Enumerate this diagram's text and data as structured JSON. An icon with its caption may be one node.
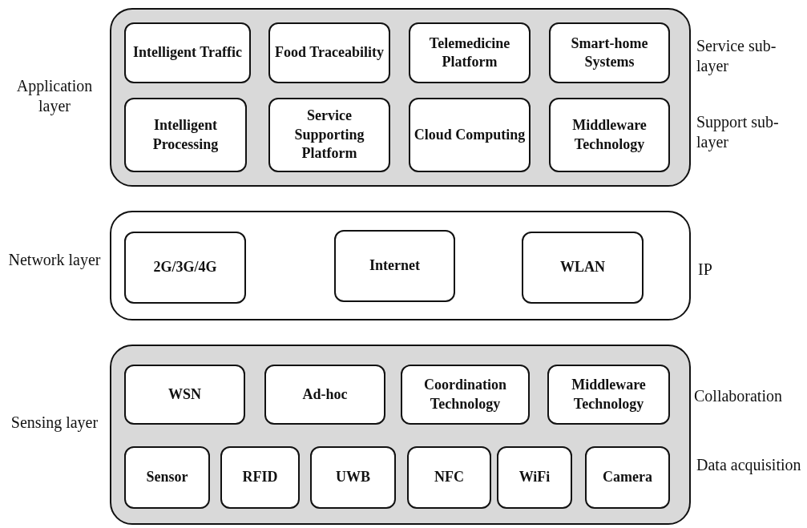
{
  "diagram": {
    "nodes": [
      {
        "text": [],
        "shape": "box",
        "beside": [
          "Application layer",
          "Service sub-layer",
          "Support sub-layer"
        ]
      },
      {
        "text": [
          "Intelligent Traffic"
        ],
        "in": 0
      },
      {
        "text": [
          "Food Traceability"
        ],
        "in": 0
      },
      {
        "text": [
          "Telemedicine Platform"
        ],
        "in": 0
      },
      {
        "text": [
          "Smart-home Systems"
        ],
        "in": 0
      },
      {
        "text": [
          "Intelligent Processing"
        ],
        "in": 0
      },
      {
        "text": [
          "Service Supporting Platform"
        ],
        "in": 0
      },
      {
        "text": [
          "Cloud Computing"
        ],
        "in": 0
      },
      {
        "text": [
          "Middleware Technology"
        ],
        "in": 0
      },
      {
        "text": [],
        "shape": "box",
        "beside": [
          "Network layer",
          "IP"
        ]
      },
      {
        "text": [
          "2G/3G/4G"
        ],
        "in": 9
      },
      {
        "text": [
          "Internet"
        ],
        "in": 9
      },
      {
        "text": [
          "WLAN"
        ],
        "in": 9
      },
      {
        "text": [],
        "shape": "box",
        "beside": [
          "Sensing layer",
          "Collaboration",
          "Data acquisition"
        ]
      },
      {
        "text": [
          "WSN"
        ],
        "in": 13
      },
      {
        "text": [
          "Ad-hoc"
        ],
        "in": 13
      },
      {
        "text": [
          "Coordination Technology"
        ],
        "in": 13
      },
      {
        "text": [
          "Middleware Technology"
        ],
        "in": 13
      },
      {
        "text": [
          "Sensor"
        ],
        "in": 13
      },
      {
        "text": [
          "RFID"
        ],
        "in": 13
      },
      {
        "text": [
          "UWB"
        ],
        "in": 13
      },
      {
        "text": [
          "NFC"
        ],
        "in": 13
      },
      {
        "text": [
          "WiFi"
        ],
        "in": 13
      },
      {
        "text": [
          "Camera"
        ],
        "in": 13
      }
    ]
  }
}
